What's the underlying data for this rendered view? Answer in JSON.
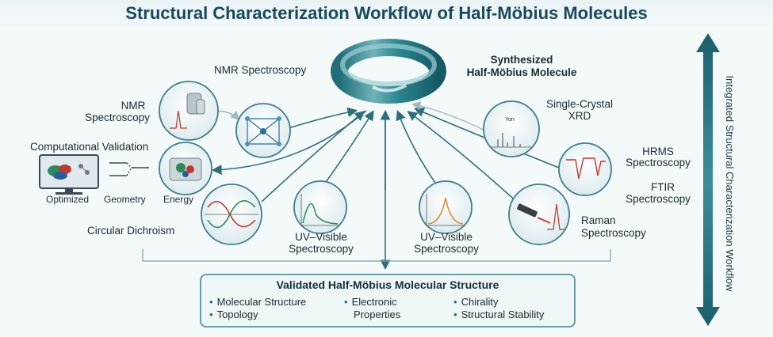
{
  "title": "Structural Characterization Workflow of Half-Möbius Molecules",
  "center": {
    "line1": "Synthesized",
    "line2": "Half-Möbius Molecule"
  },
  "techniques": {
    "nmr_top": "NMR Spectroscopy",
    "nmr_left_1": "NMR",
    "nmr_left_2": "Spectroscopy",
    "comp_validation": "Computational Validation",
    "comp_optimized": "Optimized",
    "comp_geometry": "Geometry",
    "comp_energy": "Energy",
    "cd": "Circular Dichroism",
    "uv_left_1": "UV–Visible",
    "uv_left_2": "Spectroscopy",
    "uv_right_1": "UV–Visible",
    "uv_right_2": "Spectroscopy",
    "xrd_1": "Single-Crystal",
    "xrd_2": "XRD",
    "xrd_mark": "Yon",
    "hrms_1": "HRMS",
    "hrms_2": "Spectroscopy",
    "ftir_1": "FTIR",
    "ftir_2": "Spectroscopy",
    "raman_1": "Raman",
    "raman_2": "Spectroscopy"
  },
  "result_box": {
    "title": "Validated Half-Möbius Molecular Structure",
    "bullets": [
      "Molecular Structure",
      "Topology",
      "Electronic",
      "Properties",
      "Chirality",
      "Structural Stability"
    ]
  },
  "side_label": "Integrated Structural Characterization Workflow",
  "colors": {
    "accent": "#2a7f8c",
    "arrow": "#2f6f7a",
    "title": "#164a5b",
    "ring": "#2f8f97"
  }
}
